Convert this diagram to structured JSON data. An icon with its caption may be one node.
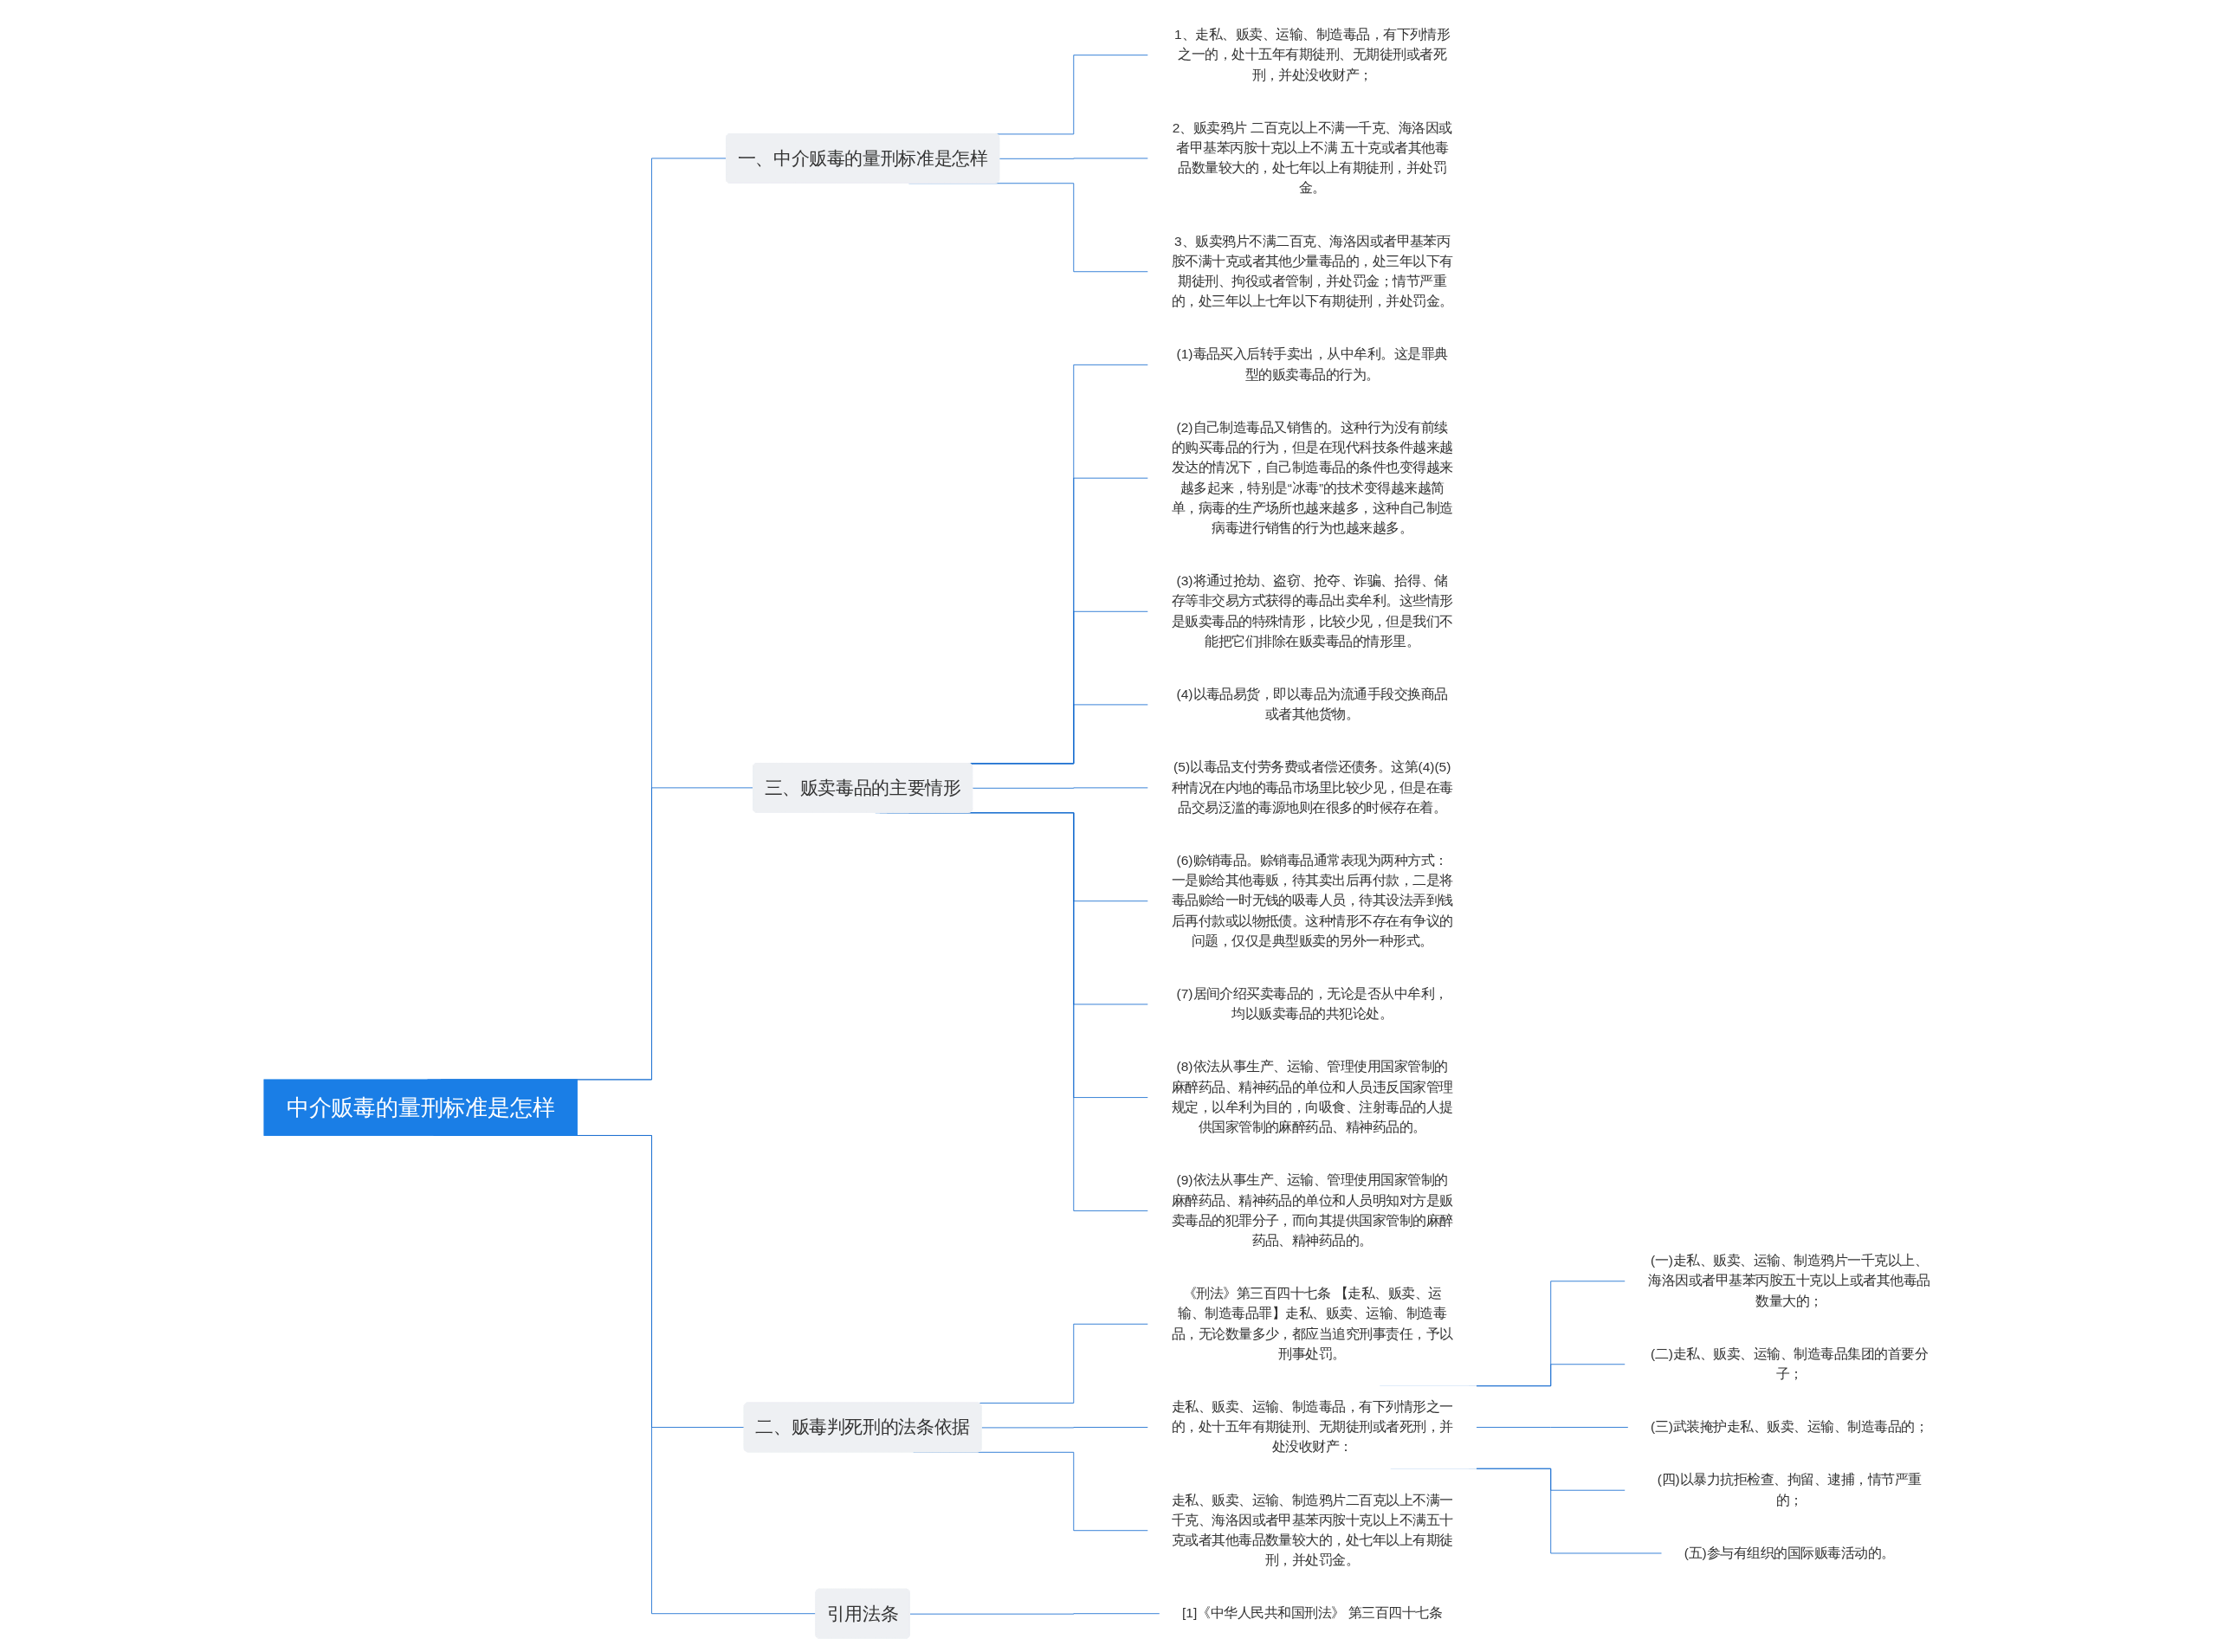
{
  "diagram": {
    "nodes": [
      {
        "text": [
          "中介贩毒的量刑标准是怎样"
        ]
      },
      {
        "text": [
          "一、中介贩毒的量刑标准是怎样"
        ]
      },
      {
        "text": [
          "1、走私、贩卖、运输、制造毒品，有下列情形之一的，处十五年有期徒刑、无期徒刑或者死刑，并处没收财产；"
        ]
      },
      {
        "text": [
          "2、贩卖鸦片 二百克以上不满一千克、海洛因或者甲基苯丙胺十克以上不满 五十克或者其他毒品数量较大的，处七年以上有期徒刑，并处罚金。"
        ]
      },
      {
        "text": [
          "3、贩卖鸦片不满二百克、海洛因或者甲基苯丙胺不满十克或者其他少量毒品的，处三年以下有期徒刑、拘役或者管制，并处罚金；情节严重的，处三年以上七年以下有期徒刑，并处罚金。"
        ]
      },
      {
        "text": [
          "三、贩卖毒品的主要情形"
        ]
      },
      {
        "text": [
          "(1)毒品买入后转手卖出，从中牟利。这是罪典型的贩卖毒品的行为。"
        ]
      },
      {
        "text": [
          "(2)自己制造毒品又销售的。这种行为没有前续的购买毒品的行为，但是在现代科技条件越来越发达的情况下，自己制造毒品的条件也变得越来越多起来，特别是“冰毒”的技术变得越来越简单，病毒的生产场所也越来越多，这种自己制造病毒进行销售的行为也越来越多。"
        ]
      },
      {
        "text": [
          "(3)将通过抢劫、盗窃、抢夺、诈骗、拾得、储存等非交易方式获得的毒品出卖牟利。这些情形是贩卖毒品的特殊情形，比较少见，但是我们不能把它们排除在贩卖毒品的情形里。"
        ]
      },
      {
        "text": [
          "(4)以毒品易货，即以毒品为流通手段交换商品或者其他货物。"
        ]
      },
      {
        "text": [
          "(5)以毒品支付劳务费或者偿还债务。这第(4)(5)种情况在内地的毒品市场里比较少见，但是在毒品交易泛滥的毒源地则在很多的时候存在着。"
        ]
      },
      {
        "text": [
          "(6)赊销毒品。赊销毒品通常表现为两种方式：一是赊给其他毒贩，待其卖出后再付款，二是将毒品赊给一时无钱的吸毒人员，待其设法弄到钱后再付款或以物抵债。这种情形不存在有争议的问题，仅仅是典型贩卖的另外一种形式。"
        ]
      },
      {
        "text": [
          "(7)居间介绍买卖毒品的，无论是否从中牟利，均以贩卖毒品的共犯论处。"
        ]
      },
      {
        "text": [
          "(8)依法从事生产、运输、管理使用国家管制的麻醉药品、精神药品的单位和人员违反国家管理规定，以牟利为目的，向吸食、注射毒品的人提供国家管制的麻醉药品、精神药品的。"
        ]
      },
      {
        "text": [
          "(9)依法从事生产、运输、管理使用国家管制的麻醉药品、精神药品的单位和人员明知对方是贩卖毒品的犯罪分子，而向其提供国家管制的麻醉药品、精神药品的。"
        ]
      },
      {
        "text": [
          "二、贩毒判死刑的法条依据"
        ]
      },
      {
        "text": [
          "《刑法》第三百四十七条 【走私、贩卖、运输、制造毒品罪】走私、贩卖、运输、制造毒品，无论数量多少，都应当追究刑事责任，予以刑事处罚。"
        ]
      },
      {
        "text": [
          "走私、贩卖、运输、制造毒品，有下列情形之一的，处十五年有期徒刑、无期徒刑或者死刑，并处没收财产："
        ]
      },
      {
        "text": [
          "(一)走私、贩卖、运输、制造鸦片一千克以上、海洛因或者甲基苯丙胺五十克以上或者其他毒品数量大的；"
        ]
      },
      {
        "text": [
          "(二)走私、贩卖、运输、制造毒品集团的首要分子；"
        ]
      },
      {
        "text": [
          "(三)武装掩护走私、贩卖、运输、制造毒品的；"
        ]
      },
      {
        "text": [
          "(四)以暴力抗拒检查、拘留、逮捕，情节严重的；"
        ]
      },
      {
        "text": [
          "(五)参与有组织的国际贩毒活动的。"
        ]
      },
      {
        "text": [
          "走私、贩卖、运输、制造鸦片二百克以上不满一千克、海洛因或者甲基苯丙胺十克以上不满五十克或者其他毒品数量较大的，处七年以上有期徒刑，并处罚金。"
        ]
      },
      {
        "text": [
          "引用法条"
        ]
      },
      {
        "text": [
          "[1]《中华人民共和国刑法》 第三百四十七条"
        ]
      }
    ],
    "edges": [
      {
        "from": 0,
        "to": 1,
        "arrow": "none"
      },
      {
        "from": 1,
        "to": 2,
        "arrow": "none"
      },
      {
        "from": 1,
        "to": 3,
        "arrow": "none"
      },
      {
        "from": 1,
        "to": 4,
        "arrow": "none"
      },
      {
        "from": 0,
        "to": 5,
        "arrow": "none"
      },
      {
        "from": 5,
        "to": 6,
        "arrow": "none"
      },
      {
        "from": 5,
        "to": 7,
        "arrow": "none"
      },
      {
        "from": 5,
        "to": 8,
        "arrow": "none"
      },
      {
        "from": 5,
        "to": 9,
        "arrow": "none"
      },
      {
        "from": 5,
        "to": 10,
        "arrow": "none"
      },
      {
        "from": 5,
        "to": 11,
        "arrow": "none"
      },
      {
        "from": 5,
        "to": 12,
        "arrow": "none"
      },
      {
        "from": 5,
        "to": 13,
        "arrow": "none"
      },
      {
        "from": 5,
        "to": 14,
        "arrow": "none"
      },
      {
        "from": 0,
        "to": 15,
        "arrow": "none"
      },
      {
        "from": 15,
        "to": 16,
        "arrow": "none"
      },
      {
        "from": 15,
        "to": 17,
        "arrow": "none"
      },
      {
        "from": 17,
        "to": 18,
        "arrow": "none"
      },
      {
        "from": 17,
        "to": 19,
        "arrow": "none"
      },
      {
        "from": 17,
        "to": 20,
        "arrow": "none"
      },
      {
        "from": 17,
        "to": 21,
        "arrow": "none"
      },
      {
        "from": 17,
        "to": 22,
        "arrow": "none"
      },
      {
        "from": 15,
        "to": 23,
        "arrow": "none"
      },
      {
        "from": 0,
        "to": 24,
        "arrow": "none"
      },
      {
        "from": 24,
        "to": 25,
        "arrow": "none"
      }
    ]
  }
}
